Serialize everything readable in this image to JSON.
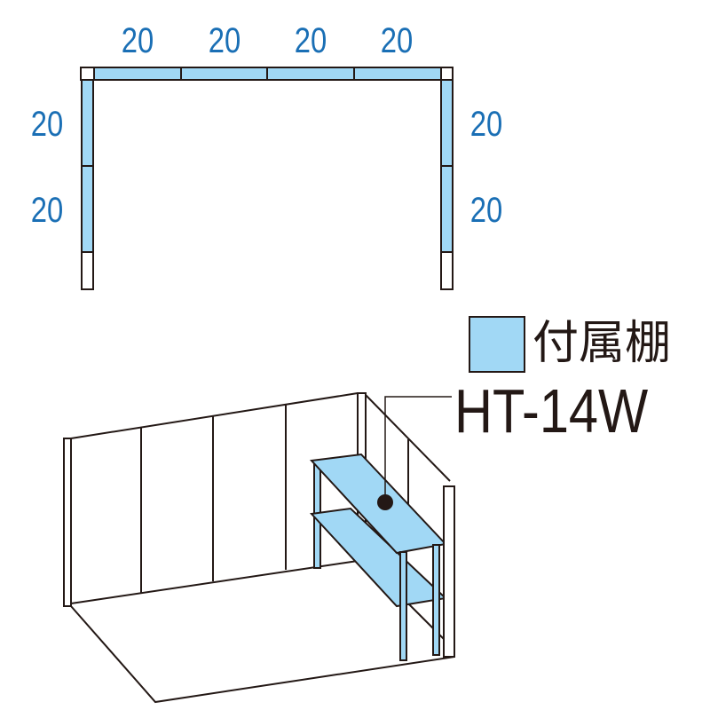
{
  "plan": {
    "top_dims": [
      "20",
      "20",
      "20",
      "20"
    ],
    "left_dims": [
      "20",
      "20"
    ],
    "right_dims": [
      "20",
      "20"
    ]
  },
  "legend": {
    "label": "付属棚",
    "model": "HT-14W",
    "color": "#a1d8f5"
  }
}
